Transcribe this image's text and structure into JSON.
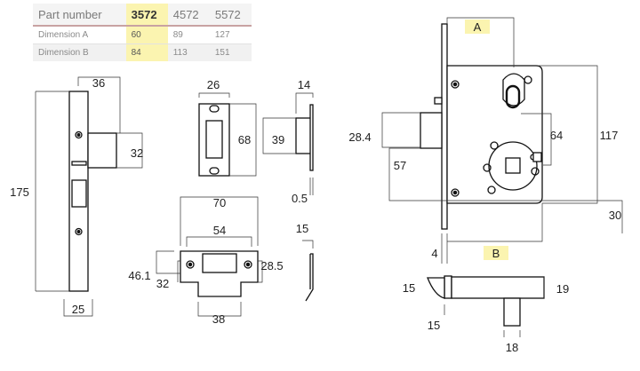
{
  "table": {
    "header": [
      "Part number",
      "3572",
      "4572",
      "5572"
    ],
    "rows": [
      [
        "Dimension A",
        "60",
        "89",
        "127"
      ],
      [
        "Dimension B",
        "84",
        "113",
        "151"
      ]
    ],
    "highlight_color": "#fbf4b0"
  },
  "dimensions": {
    "forend_width": "36",
    "forend_height": "175",
    "latch_projection": "32",
    "forend_thickness": "25",
    "keep_width": "26",
    "keep_height": "68",
    "side_width": "14",
    "side_height": "39",
    "side_thickness": "0.5",
    "strike_top_width": "70",
    "strike_inner_width": "54",
    "strike_left_height": "46.1",
    "strike_inner_height": "32",
    "strike_right_height": "28.5",
    "strike_tongue_width": "38",
    "curve_width": "15",
    "a_label": "A",
    "b_label": "B",
    "backset_28": "28.4",
    "backset_57": "57",
    "cyl_centres": "64",
    "case_height": "117",
    "case_depth": "30",
    "plate_thick": "4",
    "top_latch_15": "15",
    "bottom_latch_15": "15",
    "latch_19": "19",
    "latch_18": "18"
  }
}
